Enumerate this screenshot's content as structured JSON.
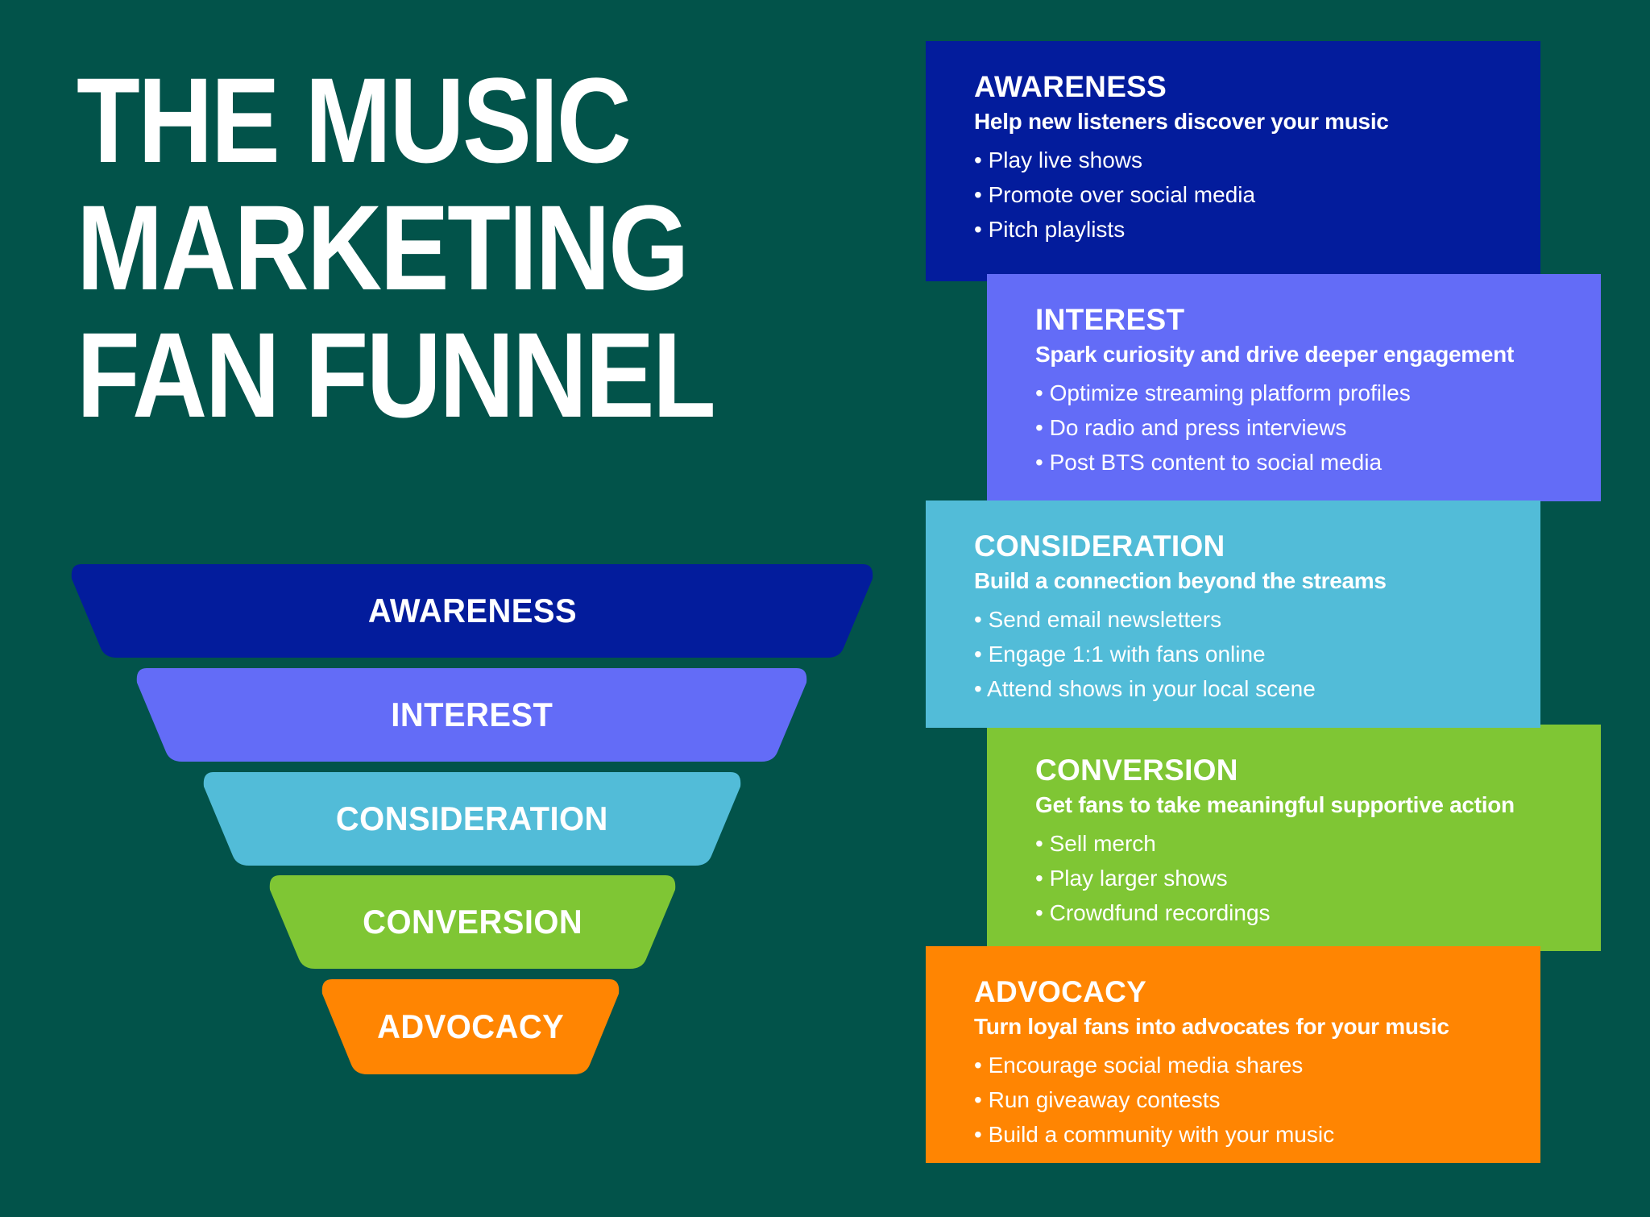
{
  "title": {
    "lines": [
      "THE MUSIC",
      "MARKETING",
      "FAN FUNNEL"
    ]
  },
  "colors": {
    "background": "#02534A",
    "awareness": "#031C9C",
    "interest": "#636CF7",
    "consideration": "#52BCD8",
    "conversion": "#7FC634",
    "advocacy": "#FF8502",
    "text": "#FFFFFF"
  },
  "funnel": {
    "tiers": [
      {
        "label": "AWARENESS"
      },
      {
        "label": "INTEREST"
      },
      {
        "label": "CONSIDERATION"
      },
      {
        "label": "CONVERSION"
      },
      {
        "label": "ADVOCACY"
      }
    ]
  },
  "stages": [
    {
      "title": "AWARENESS",
      "subtitle": "Help new listeners discover your music",
      "items": [
        "Play live shows",
        "Promote over social media",
        "Pitch playlists"
      ]
    },
    {
      "title": "INTEREST",
      "subtitle": "Spark curiosity and drive deeper engagement",
      "items": [
        "Optimize streaming platform profiles",
        "Do radio and press interviews",
        "Post BTS content to social media"
      ]
    },
    {
      "title": "CONSIDERATION",
      "subtitle": "Build a connection beyond the streams",
      "items": [
        "Send email newsletters",
        "Engage 1:1 with fans online",
        "Attend shows in your local scene"
      ]
    },
    {
      "title": "CONVERSION",
      "subtitle": "Get fans to take meaningful supportive action",
      "items": [
        "Sell merch",
        "Play larger shows",
        "Crowdfund recordings"
      ]
    },
    {
      "title": "ADVOCACY",
      "subtitle": "Turn loyal fans into advocates for your music",
      "items": [
        "Encourage social media shares",
        "Run giveaway contests",
        "Build a community with your music"
      ]
    }
  ]
}
